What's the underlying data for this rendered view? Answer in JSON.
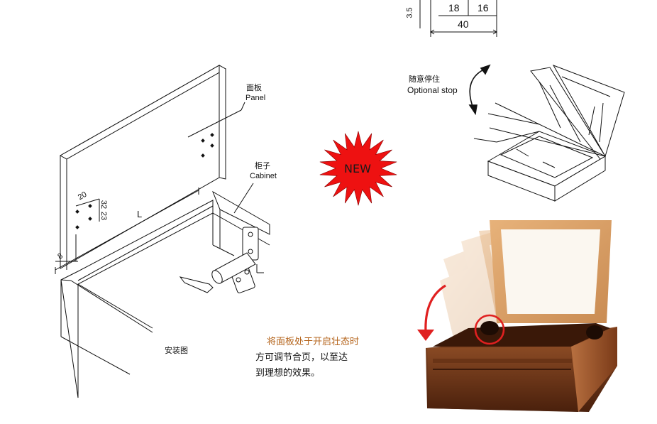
{
  "top_dimensions": {
    "height_label": "3.5",
    "seg1": "18",
    "seg2": "16",
    "total": "40"
  },
  "labels": {
    "panel_cn": "面板",
    "panel_en": "Panel",
    "cabinet_cn": "柜子",
    "cabinet_en": "Cabinet",
    "install_cn": "安装图",
    "stop_cn": "随意停住",
    "stop_en": "Optional stop",
    "badge": "NEW"
  },
  "install_dimensions": {
    "d20": "20",
    "d32": "32",
    "d23": "23",
    "length": "L",
    "d8": "8"
  },
  "caption": {
    "line1": "将面板处于开启壮态时",
    "line2": "方可调节合页，以至达",
    "line3": "到理想的效果。"
  },
  "colors": {
    "badge_fill": "#ee1111",
    "highlight_ring": "#e02020",
    "wood_dark": "#5a2a10",
    "caption_accent": "#b5651d"
  }
}
